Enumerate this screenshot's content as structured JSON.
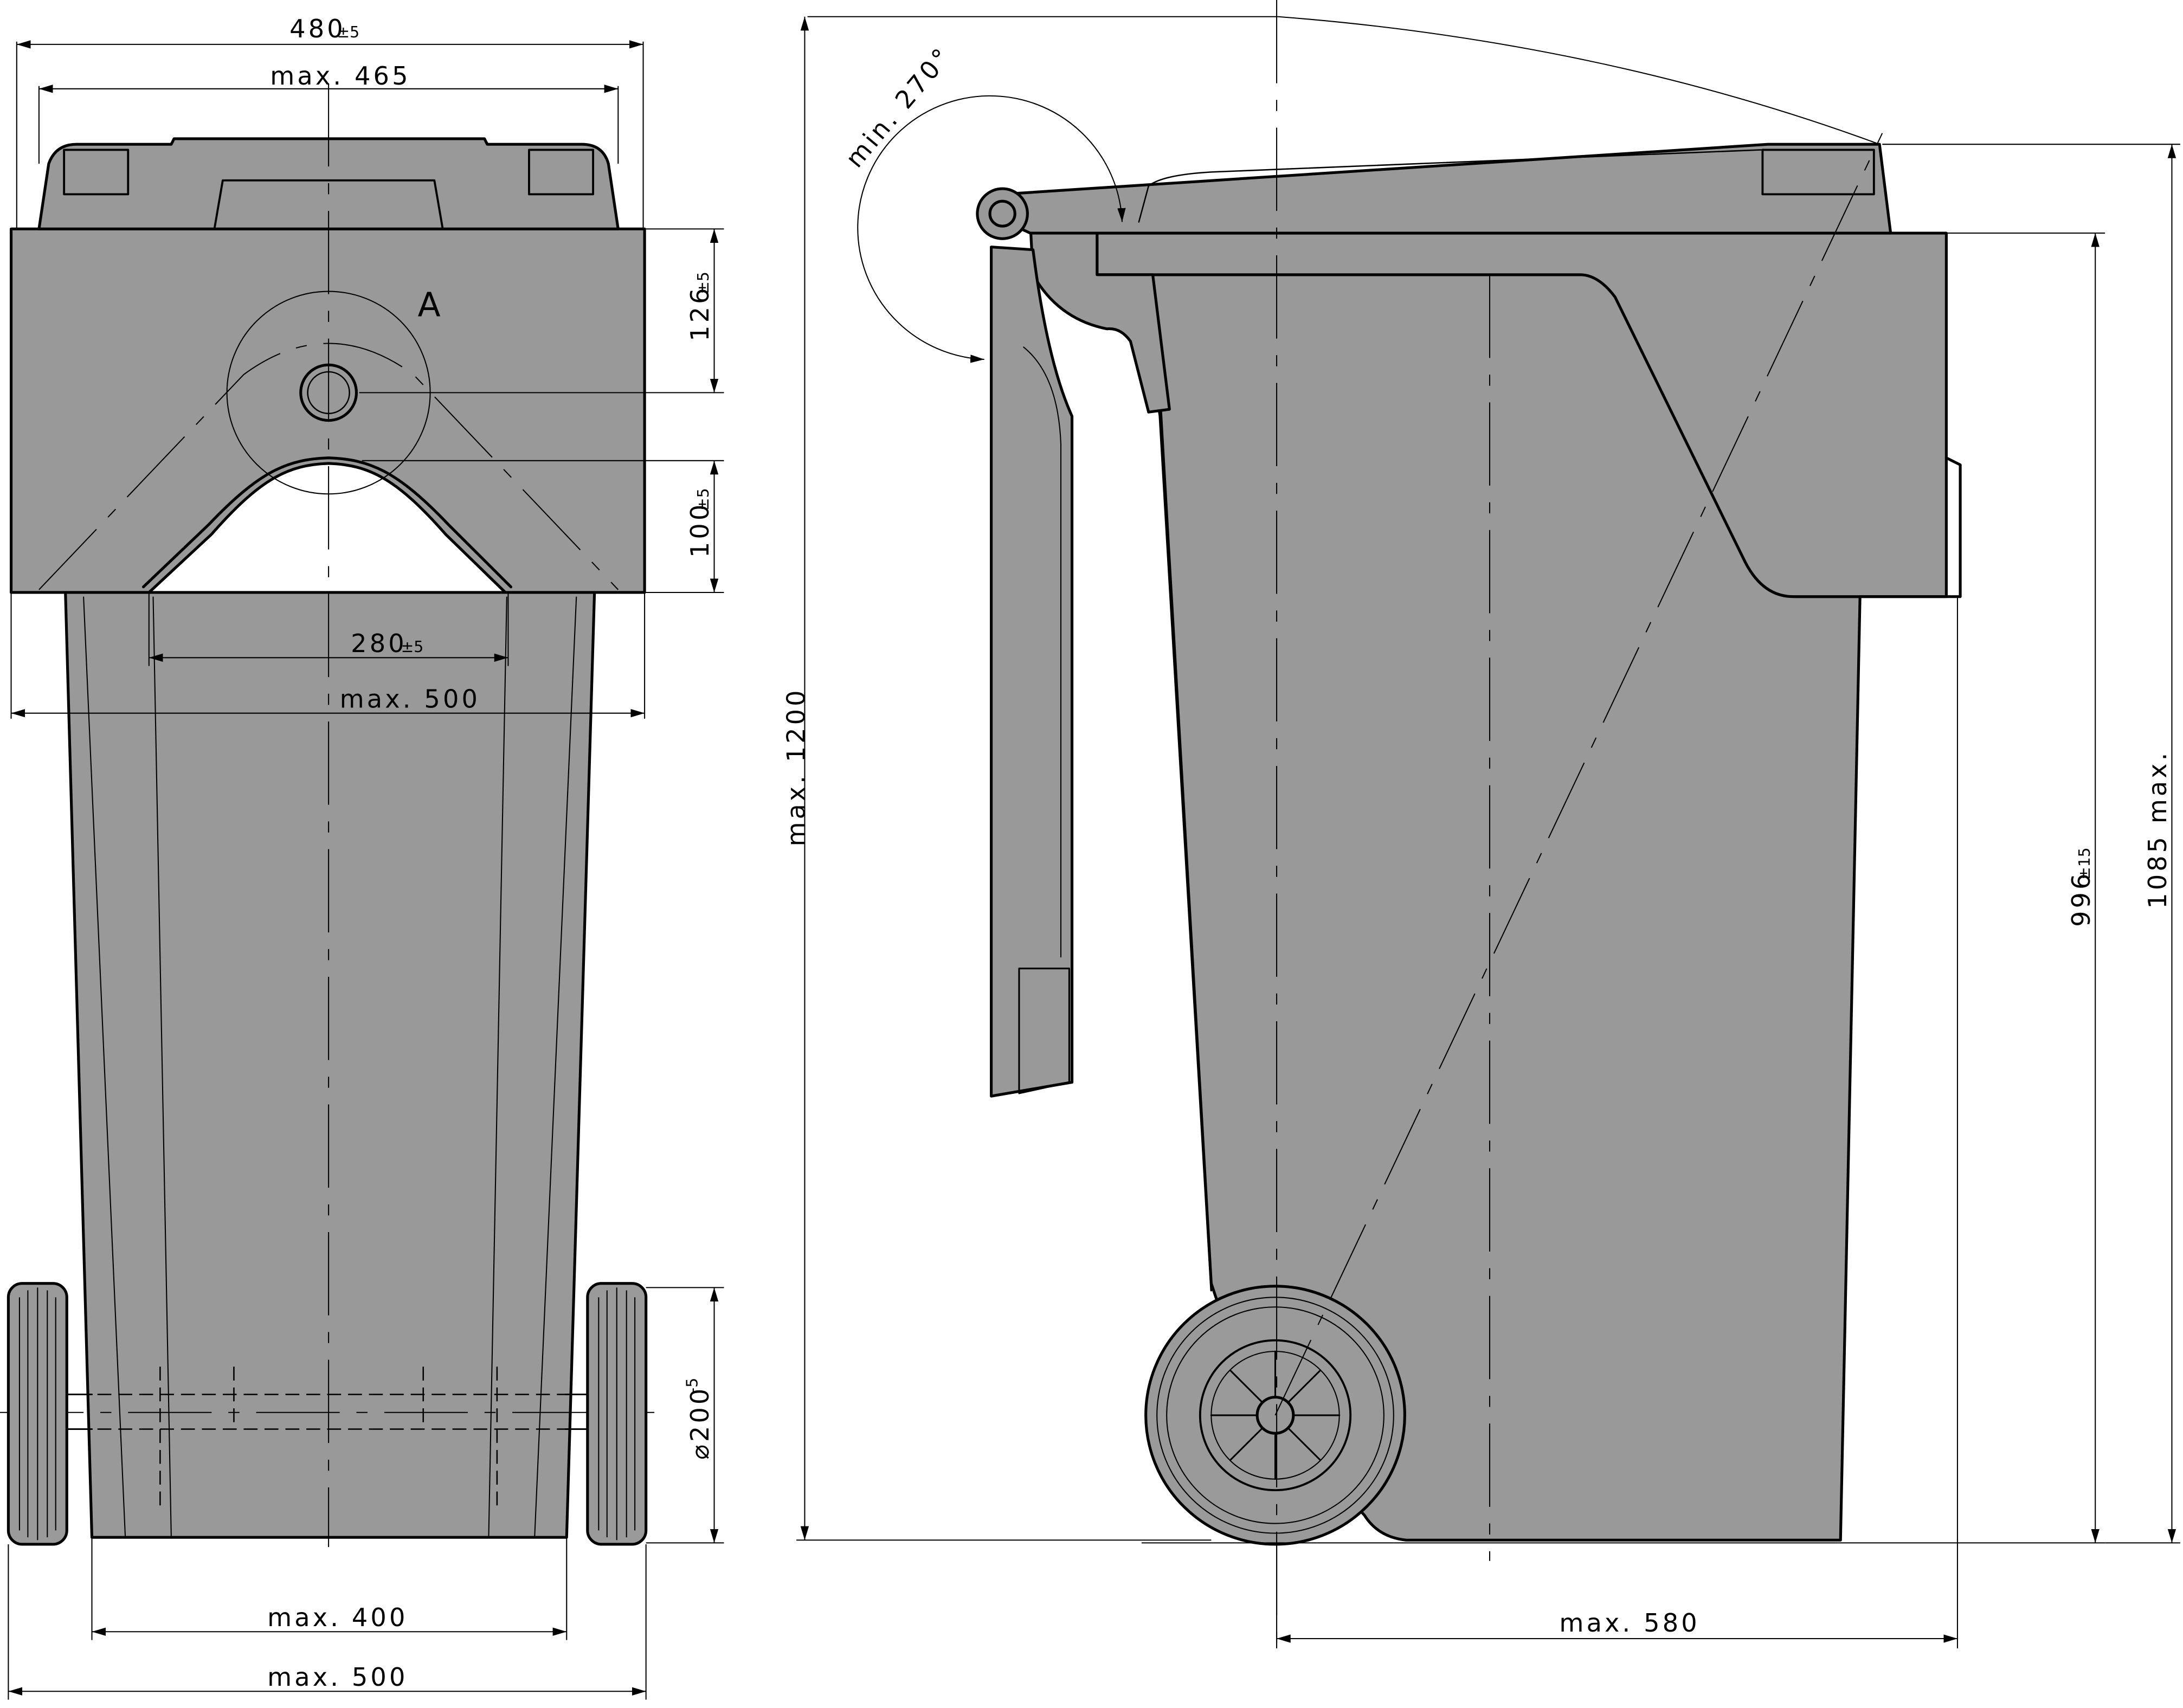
{
  "front_view": {
    "width_top": {
      "value": "480",
      "tolerance": "±5"
    },
    "width_lid": "max. 465",
    "lid_to_hole": {
      "value": "126",
      "tolerance": "±5"
    },
    "hole_to_arch": {
      "value": "100",
      "tolerance": "±5"
    },
    "arch_width": {
      "value": "280",
      "tolerance": "±5"
    },
    "width_rim": "max. 500",
    "detail_label": "A",
    "wheel_diameter": {
      "value": "⌀200",
      "tolerance": "-5"
    },
    "width_body": "max. 400",
    "width_total": "max. 500"
  },
  "side_view": {
    "lid_angle": "min. 270°",
    "height_open": "max. 1200",
    "height_rim": {
      "value": "996",
      "tolerance": "±15"
    },
    "height_total": "1085 max.",
    "depth": "max. 580"
  },
  "colors": {
    "body": "#999999",
    "line": "#000000",
    "background": "#ffffff"
  }
}
